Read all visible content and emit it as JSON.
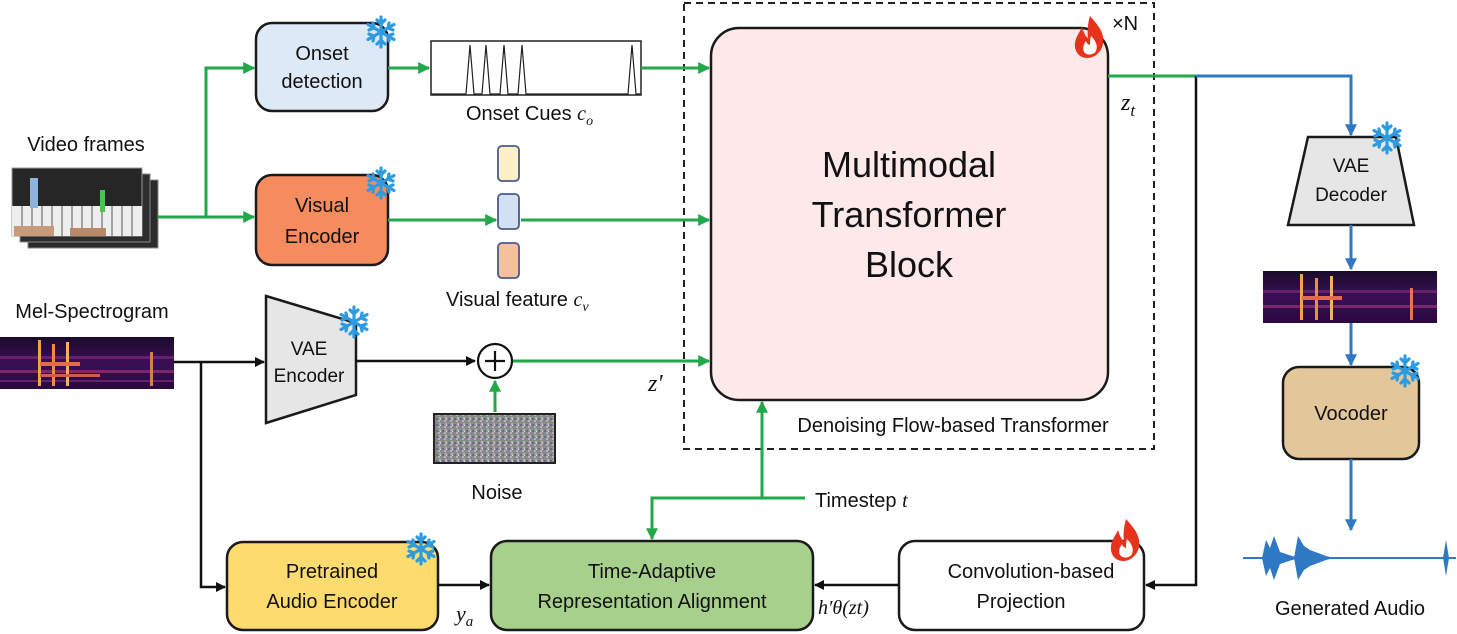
{
  "colors": {
    "onset_box": "#dde9f6",
    "visual_encoder_box": "#f68b5e",
    "mmt_block": "#fde9e9",
    "vae": "#e6e6e6",
    "vocoder_box": "#e3c79a",
    "audio_encoder_box": "#fedb6e",
    "tara_box": "#a8d08d",
    "projection_box": "#ffffff",
    "arrow_green": "#22a84a",
    "arrow_blue": "#2f78c4",
    "arrow_black": "#111111"
  },
  "icons": [
    "snowflake-icon",
    "flame-icon",
    "plus-circle-icon"
  ],
  "inputs": {
    "video_frames_label": "Video frames",
    "mel_spectrogram_label": "Mel-Spectrogram"
  },
  "onset": {
    "box_line1": "Onset",
    "box_line2": "detection",
    "cues_label": "Onset Cues",
    "cues_sym": "c",
    "cues_sub": "o"
  },
  "visual": {
    "box_line1": "Visual",
    "box_line2": "Encoder",
    "feature_label": "Visual feature",
    "feature_sym": "c",
    "feature_sub": "v"
  },
  "vae_encoder": {
    "line1": "VAE",
    "line2": "Encoder"
  },
  "noise_label": "Noise",
  "z_prime": "z′",
  "mmt": {
    "line1": "Multimodal",
    "line2": "Transformer",
    "line3": "Block",
    "container_label": "Denoising Flow-based Transformer",
    "repeat": "×N",
    "zt_sym": "z",
    "zt_sub": "t"
  },
  "timestep": {
    "label": "Timestep",
    "sym": "t"
  },
  "audio_encoder": {
    "line1": "Pretrained",
    "line2": "Audio Encoder",
    "ya_sym": "y",
    "ya_sub": "a"
  },
  "tara": {
    "line1": "Time-Adaptive",
    "line2": "Representation Alignment"
  },
  "projection": {
    "line1": "Convolution-based",
    "line2": "Projection",
    "h_label": "h′θ(zt)"
  },
  "vae_decoder": {
    "line1": "VAE",
    "line2": "Decoder"
  },
  "vocoder": {
    "label": "Vocoder"
  },
  "output_label": "Generated Audio"
}
